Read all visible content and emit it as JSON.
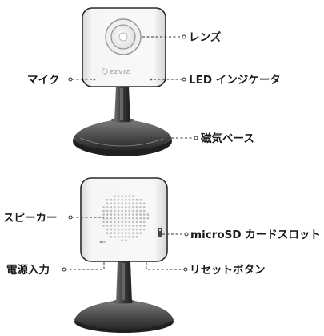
{
  "brand": "EZVIZ",
  "front_view": {
    "labels": {
      "lens": "レンズ",
      "mic": "マイク",
      "led": "LED インジケータ",
      "base": "磁気ベース"
    }
  },
  "back_view": {
    "labels": {
      "speaker": "スピーカー",
      "sd_slot": "microSD カードスロット",
      "power": "電源入力",
      "reset": "リセットボタン"
    }
  }
}
